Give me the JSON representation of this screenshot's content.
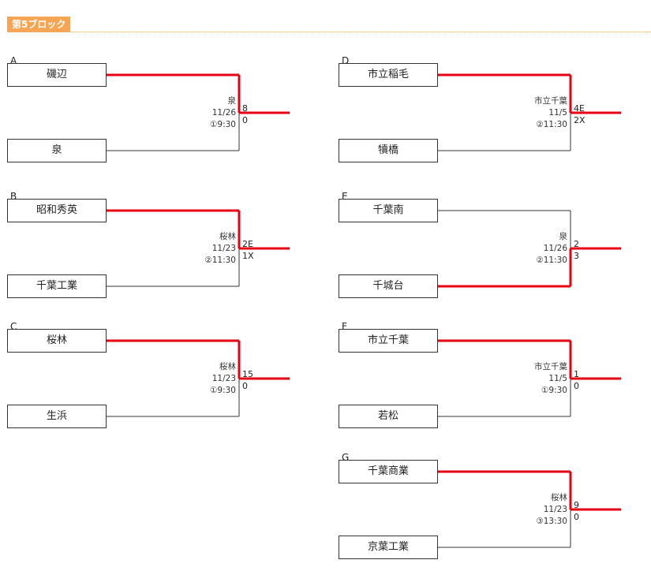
{
  "header": {
    "title": "第5ブロック"
  },
  "blocks": [
    {
      "label": "A",
      "top_team": "磯辺",
      "bottom_team": "泉",
      "winner": "top",
      "venue": "泉",
      "date": "11/26",
      "time": "①9:30",
      "top_score": "8",
      "bottom_score": "0"
    },
    {
      "label": "B",
      "top_team": "昭和秀英",
      "bottom_team": "千葉工業",
      "winner": "top",
      "venue": "桜林",
      "date": "11/23",
      "time": "②11:30",
      "top_score": "2E",
      "bottom_score": "1X"
    },
    {
      "label": "C",
      "top_team": "桜林",
      "bottom_team": "生浜",
      "winner": "top",
      "venue": "桜林",
      "date": "11/23",
      "time": "①9:30",
      "top_score": "15",
      "bottom_score": "0"
    },
    {
      "label": "D",
      "top_team": "市立稲毛",
      "bottom_team": "犢橋",
      "winner": "top",
      "venue": "市立千葉",
      "date": "11/5",
      "time": "②11:30",
      "top_score": "4E",
      "bottom_score": "2X"
    },
    {
      "label": "E",
      "top_team": "千葉南",
      "bottom_team": "千城台",
      "winner": "bottom",
      "venue": "泉",
      "date": "11/26",
      "time": "②11:30",
      "top_score": "2",
      "bottom_score": "3"
    },
    {
      "label": "F",
      "top_team": "市立千葉",
      "bottom_team": "若松",
      "winner": "top",
      "venue": "市立千葉",
      "date": "11/5",
      "time": "①9:30",
      "top_score": "1",
      "bottom_score": "0"
    },
    {
      "label": "G",
      "top_team": "千葉商業",
      "bottom_team": "京葉工業",
      "winner": "top",
      "venue": "桜林",
      "date": "11/23",
      "time": "③13:30",
      "top_score": "9",
      "bottom_score": "0"
    }
  ],
  "colors": {
    "win_line": "#e60012",
    "loss_line": "#333333",
    "header_tag": "#f7a552"
  }
}
